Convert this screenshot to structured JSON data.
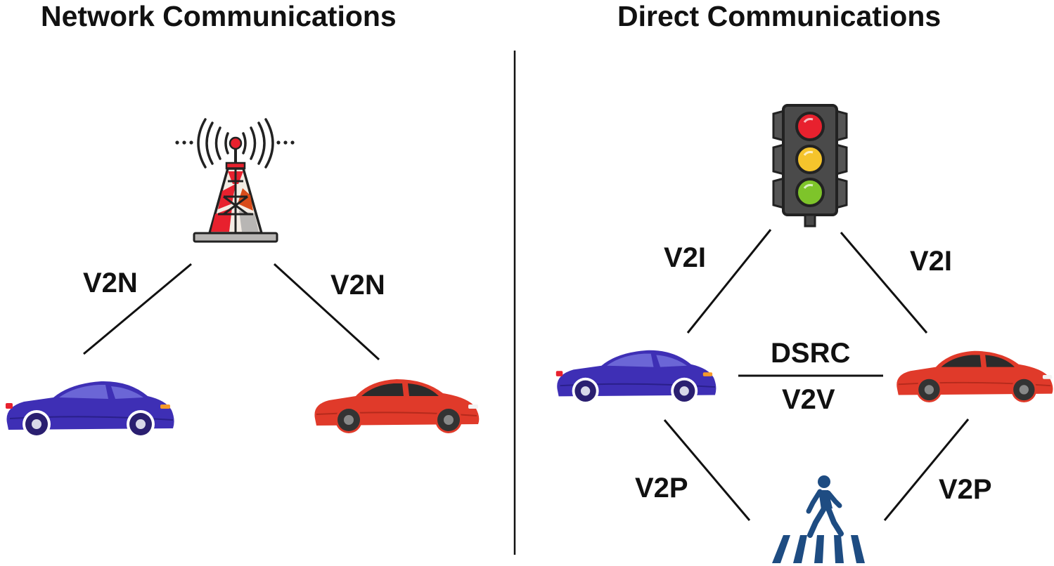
{
  "network": {
    "title": "Network Communications",
    "left_link_label": "V2N",
    "right_link_label": "V2N"
  },
  "direct": {
    "title": "Direct Communications",
    "v2i_left_label": "V2I",
    "v2i_right_label": "V2I",
    "dsrc_label": "DSRC",
    "v2v_label": "V2V",
    "v2p_left_label": "V2P",
    "v2p_right_label": "V2P"
  },
  "icons": {
    "tower": "cell-tower-icon",
    "traffic_light": "traffic-light-icon",
    "blue_car": "blue-car-icon",
    "red_car": "red-car-icon",
    "pedestrian": "pedestrian-crossing-icon"
  },
  "colors": {
    "blue_car": "#3e2fb5",
    "red_car": "#e03a2a",
    "pedestrian": "#1e4c82",
    "traffic_red": "#e8212e",
    "traffic_yellow": "#f5c42c",
    "traffic_green": "#7ec42a",
    "line": "#111111"
  }
}
